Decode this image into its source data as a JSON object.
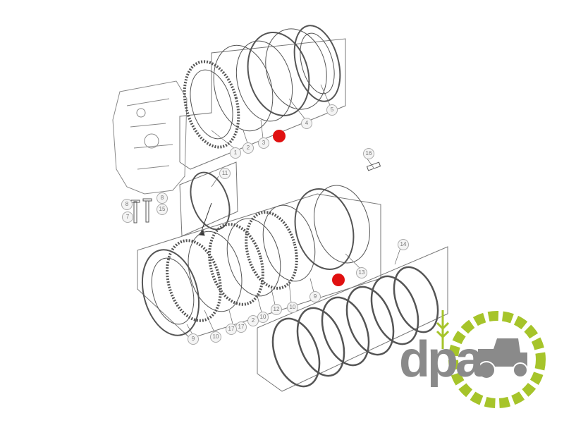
{
  "diagram": {
    "title": "Clutch pack exploded parts diagram",
    "upper_callouts": [
      "1",
      "2",
      "3",
      "4",
      "5"
    ],
    "side_callouts": [
      "16",
      "11",
      "8",
      "8",
      "15",
      "7"
    ],
    "lower_callouts": [
      "14",
      "13",
      "9",
      "10",
      "12",
      "10",
      "2",
      "17",
      "17",
      "10",
      "9"
    ],
    "highlight_color": "#e01010",
    "line_color": "#555555"
  },
  "logo": {
    "text": "dpa",
    "icon": "tractor-gear-wheat-icon",
    "text_color": "#8a8a8a",
    "accent_color": "#a6c42a"
  }
}
